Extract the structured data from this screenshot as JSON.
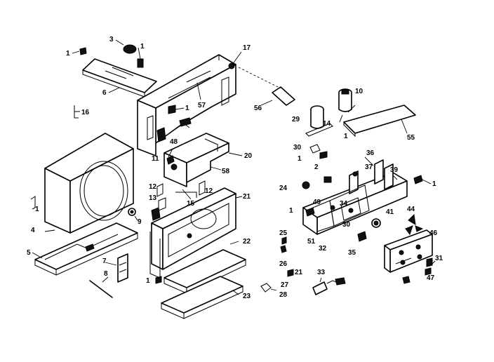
{
  "diagram": {
    "labels": {
      "l1a": "1",
      "l3": "3",
      "l1b": "1",
      "l17": "17",
      "l6": "6",
      "l57": "57",
      "l1c": "1",
      "l16": "16",
      "l56": "56",
      "l10": "10",
      "l29": "29",
      "l14": "14",
      "l1d": "1",
      "l55": "55",
      "l48": "48",
      "l11": "11",
      "l20": "20",
      "l58": "58",
      "l30": "30",
      "l1e": "1",
      "l36": "36",
      "l2": "2",
      "l37": "37",
      "l39": "39",
      "l1f": "1",
      "l24": "24",
      "l12a": "12",
      "l13": "13",
      "l12b": "12",
      "l15": "15",
      "l21": "21",
      "l1g": "1",
      "l4": "4",
      "l9": "9",
      "l1h": "1",
      "l49": "49",
      "l34": "34",
      "l44": "44",
      "l30b": "30",
      "l41": "41",
      "l46": "46",
      "l25": "25",
      "l51": "51",
      "l32": "32",
      "l35": "35",
      "l5": "5",
      "l7": "7",
      "l22": "22",
      "l26": "26",
      "l8": "8",
      "l1i": "1",
      "l21b": "21",
      "l27": "27",
      "l33": "33",
      "l23": "23",
      "l28": "28",
      "l47": "47",
      "l31": "31"
    }
  }
}
